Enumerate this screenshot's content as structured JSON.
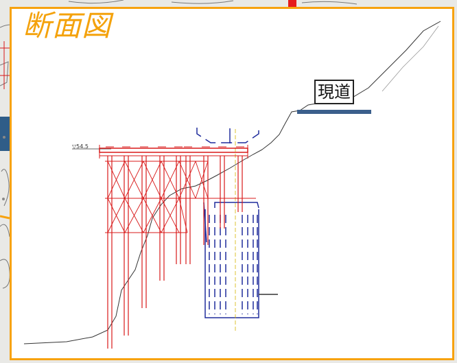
{
  "title": "断面図",
  "road_label": "現道",
  "level_label": "▽54.5",
  "colors": {
    "frame": "#f7a20f",
    "structure": "#d81818",
    "existing": "#1f2b9c",
    "road": "#3b5f8c",
    "ground": "#333333"
  }
}
